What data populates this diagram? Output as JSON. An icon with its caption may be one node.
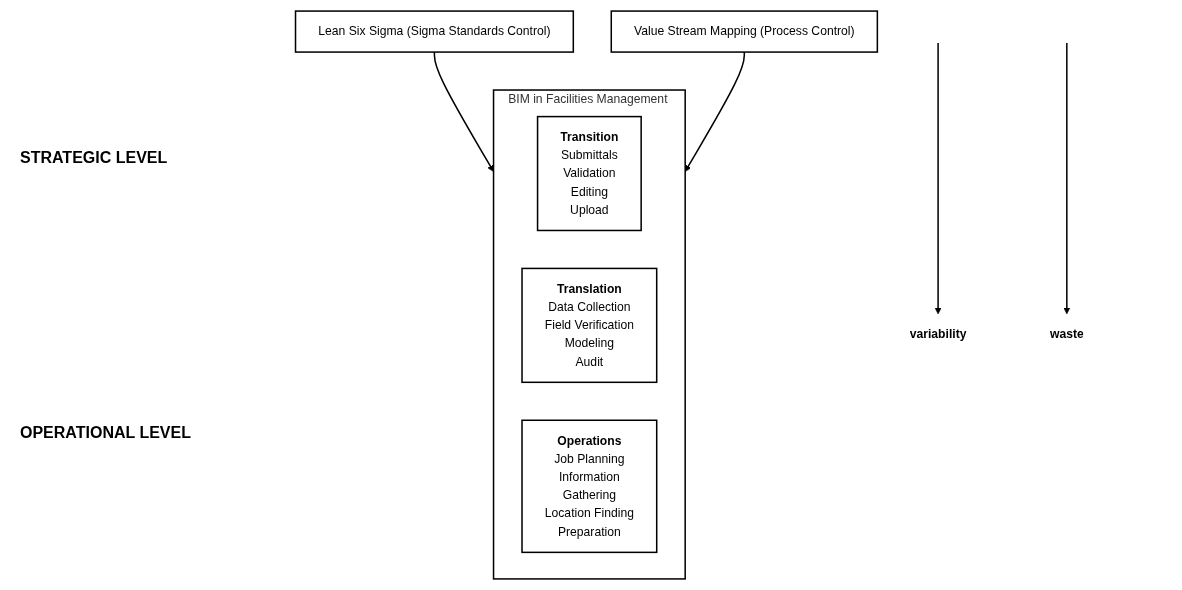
{
  "diagram": {
    "nodes": [
      {
        "text": [
          "Lean Six Sigma (Sigma Standards Control)"
        ]
      },
      {
        "text": [
          "BIM in Facilities Management"
        ]
      },
      {
        "text": [
          "Transition",
          "Submittals",
          "Validation",
          "Editing",
          "Upload"
        ],
        "in": 1
      },
      {
        "text": [
          "Translation",
          "Data Collection",
          "Field Verification",
          "Modeling",
          "Audit"
        ],
        "in": 1
      },
      {
        "text": [
          "Operations",
          "Job Planning",
          "Information",
          "Gathering",
          "Location Finding",
          "Preparation"
        ],
        "in": 1
      },
      {
        "text": [
          "Value Stream Mapping (Process Control)"
        ]
      },
      {
        "text": [
          "variability"
        ]
      },
      {
        "text": [
          "waste"
        ]
      }
    ],
    "edges": [
      {
        "from": 0,
        "to": 1,
        "arrow": "to"
      },
      {
        "from": null,
        "to": 6,
        "arrow": "to"
      },
      {
        "from": 5,
        "to": 1,
        "arrow": "to"
      },
      {
        "from": null,
        "to": 7,
        "arrow": "to"
      }
    ],
    "labels": [
      "STRATEGIC LEVEL",
      "OPERATIONAL LEVEL"
    ]
  }
}
